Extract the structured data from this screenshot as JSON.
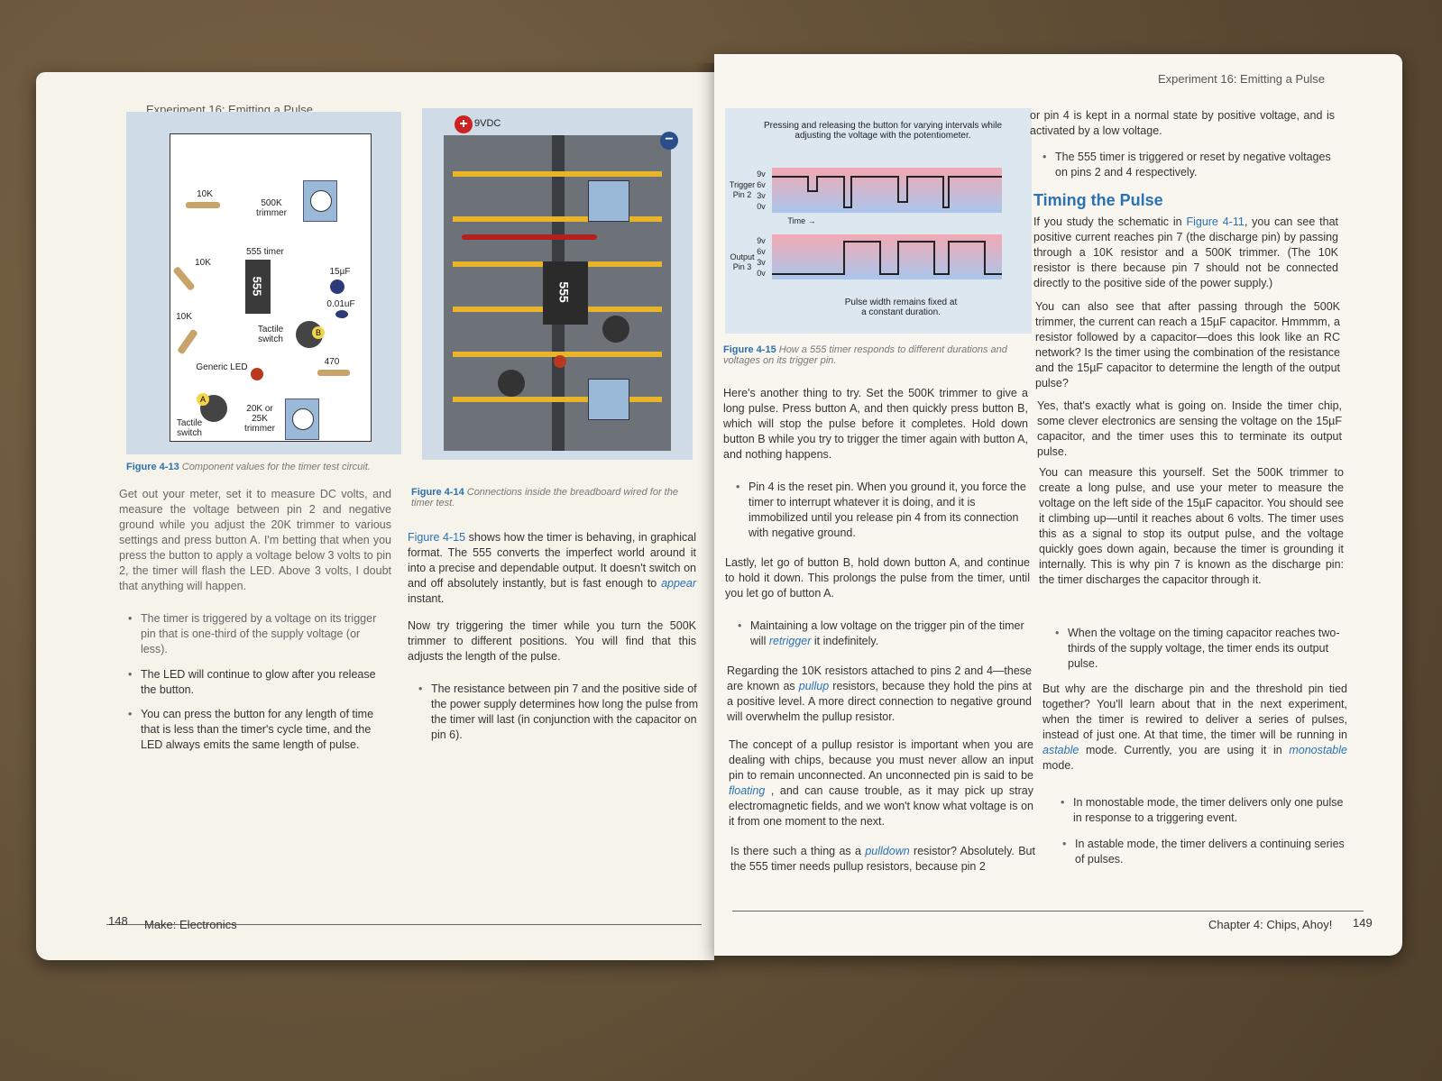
{
  "left_page": {
    "running_head": "Experiment 16: Emitting a Pulse",
    "figure_13": {
      "labels": {
        "r10k_top": "10K",
        "trimmer_500k": "500K trimmer",
        "r10k_mid": "10K",
        "timer_555": "555 timer",
        "chip_text": "555",
        "cap_15uf": "15µF",
        "cap_001uf": "0.01uF",
        "r10k_low": "10K",
        "tactile_switch_b": "Tactile switch",
        "switch_b_letter": "B",
        "generic_led": "Generic LED",
        "r470": "470",
        "switch_a_letter": "A",
        "tactile_switch_a": "Tactile switch",
        "trimmer_20k": "20K or 25K trimmer"
      },
      "caption_label": "Figure 4-13",
      "caption_text": "Component values for the timer test circuit."
    },
    "figure_14": {
      "plus_label": "9VDC",
      "chip_text": "555",
      "caption_label": "Figure 4-14",
      "caption_text": "Connections inside the breadboard wired for the timer test."
    },
    "col1_para": "Get out your meter, set it to measure DC volts, and measure the voltage between pin 2 and negative ground while you adjust the 20K trimmer to various settings and press button A. I'm betting that when you press the button to apply a voltage below 3 volts to pin 2, the timer will flash the LED. Above 3 volts, I doubt that anything will happen.",
    "col1_bullets": [
      "The timer is triggered by a voltage on its trigger pin that is one-third of the supply voltage (or less).",
      "The LED will continue to glow after you release the button.",
      "You can press the button for any length of time that is less than the timer's cycle time, and the LED always emits the same length of pulse."
    ],
    "col2_para1_link": "Figure 4-15",
    "col2_para1": "shows how the timer is behaving, in graphical format. The 555 converts the imperfect world around it into a precise and dependable output. It doesn't switch on and off absolutely instantly, but is fast enough to",
    "col2_para1_em": "appear",
    "col2_para1_end": "instant.",
    "col2_para2": "Now try triggering the timer while you turn the 500K trimmer to different positions. You will find that this adjusts the length of the pulse.",
    "col2_bullet": "The resistance between pin 7 and the positive side of the power supply determines how long the pulse from the timer will last (in conjunction with the capacitor on pin 6).",
    "footer_page": "148",
    "footer_title": "Make: Electronics"
  },
  "right_page": {
    "running_head": "Experiment 16: Emitting a Pulse",
    "figure_15": {
      "top_caption": "Pressing and releasing the button for varying intervals while adjusting the voltage with the potentiometer.",
      "trigger_axis": "Trigger Pin 2",
      "output_axis": "Output Pin 3",
      "ticks": [
        "9v",
        "6v",
        "3v",
        "0v"
      ],
      "time_label": "Time →",
      "pulse_note": "Pulse width remains fixed at a constant duration.",
      "caption_label": "Figure 4-15",
      "caption_text": "How a 555 timer responds to different durations and voltages on its trigger pin."
    },
    "col1_para1": "Here's another thing to try. Set the 500K trimmer to give a long pulse. Press button A, and then quickly press button B, which will stop the pulse before it completes. Hold down button B while you try to trigger the timer again with button A, and nothing happens.",
    "col1_bullet1": "Pin 4 is the reset pin. When you ground it, you force the timer to interrupt whatever it is doing, and it is immobilized until you release pin 4 from its connection with negative ground.",
    "col1_para2": "Lastly, let go of button B, hold down button A, and continue to hold it down. This prolongs the pulse from the timer, until you let go of button A.",
    "col1_bullet2_a": "Maintaining a low voltage on the trigger pin of the timer will",
    "col1_bullet2_em": "retrigger",
    "col1_bullet2_b": "it indefinitely.",
    "col1_para3_a": "Regarding the 10K resistors attached to pins 2 and 4—these are known as",
    "col1_para3_em": "pullup",
    "col1_para3_b": "resistors, because they hold the pins at a positive level. A more direct connection to negative ground will overwhelm the pullup resistor.",
    "col1_para4_a": "The concept of a pullup resistor is important when you are dealing with chips, because you must never allow an input pin to remain unconnected. An unconnected pin is said to be",
    "col1_para4_em": "floating",
    "col1_para4_b": ", and can cause trouble, as it may pick up stray electromagnetic fields, and we won't know what voltage is on it from one moment to the next.",
    "col1_para5_a": "Is there such a thing as a",
    "col1_para5_em": "pulldown",
    "col1_para5_b": "resistor? Absolutely. But the 555 timer needs pullup resistors, because pin 2",
    "col2_para0": "or pin 4 is kept in a normal state by positive voltage, and is activated by a low voltage.",
    "col2_bullet0": "The 555 timer is triggered or reset by negative voltages on pins 2 and 4 respectively.",
    "heading": "Timing the Pulse",
    "col2_para1_a": "If you study the schematic in",
    "col2_para1_link": "Figure 4-11",
    "col2_para1_b": ", you can see that positive current reaches pin 7 (the discharge pin) by passing through a 10K resistor and a 500K trimmer. (The 10K resistor is there because pin 7 should not be connected directly to the positive side of the power supply.)",
    "col2_para2": "You can also see that after passing through the 500K trimmer, the current can reach a 15µF capacitor. Hmmmm, a resistor followed by a capacitor—does this look like an RC network? Is the timer using the combination of the resistance and the 15µF capacitor to determine the length of the output pulse?",
    "col2_para3": "Yes, that's exactly what is going on. Inside the timer chip, some clever electronics are sensing the voltage on the 15µF capacitor, and the timer uses this to terminate its output pulse.",
    "col2_para4": "You can measure this yourself. Set the 500K trimmer to create a long pulse, and use your meter to measure the voltage on the left side of the 15µF capacitor. You should see it climbing up—until it reaches about 6 volts. The timer uses this as a signal to stop its output pulse, and the voltage quickly goes down again, because the timer is grounding it internally. This is why pin 7 is known as the discharge pin: the timer discharges the capacitor through it.",
    "col2_bullet1": "When the voltage on the timing capacitor reaches two-thirds of the supply voltage, the timer ends its output pulse.",
    "col2_para5_a": "But why are the discharge pin and the threshold pin tied together? You'll learn about that in the next experiment, when the timer is rewired to deliver a series of pulses, instead of just one. At that time, the timer will be running in",
    "col2_para5_em1": "astable",
    "col2_para5_b": "mode. Currently, you are using it in",
    "col2_para5_em2": "monostable",
    "col2_para5_c": "mode.",
    "col2_bullet2": "In monostable mode, the timer delivers only one pulse in response to a triggering event.",
    "col2_bullet3": "In astable mode, the timer delivers a continuing series of pulses.",
    "footer_chapter": "Chapter 4: Chips, Ahoy!",
    "footer_page": "149"
  },
  "colors": {
    "link_blue": "#2a72b5",
    "figure_bg": "#cfdce8",
    "board_bg": "#6d7178",
    "trace_yellow": "#e8b52a"
  }
}
